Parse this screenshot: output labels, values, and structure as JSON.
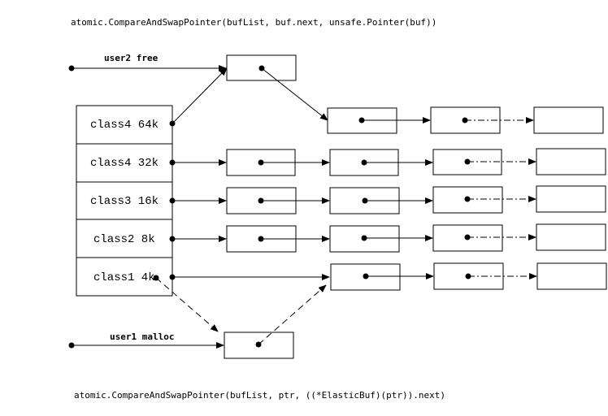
{
  "diagram": {
    "top_code": "atomic.CompareAndSwapPointer(bufList, buf.next, unsafe.Pointer(buf))",
    "bottom_code": "atomic.CompareAndSwapPointer(bufList, ptr, ((*ElasticBuf)(ptr)).next)",
    "user2_label": "user2 free",
    "user1_label": "user1 malloc",
    "size_classes": [
      "class4 64k",
      "class4 32k",
      "class3 16k",
      "class2 8k",
      "class1 4k"
    ],
    "colors": {
      "stroke": "#000000",
      "background": "#ffffff"
    }
  }
}
